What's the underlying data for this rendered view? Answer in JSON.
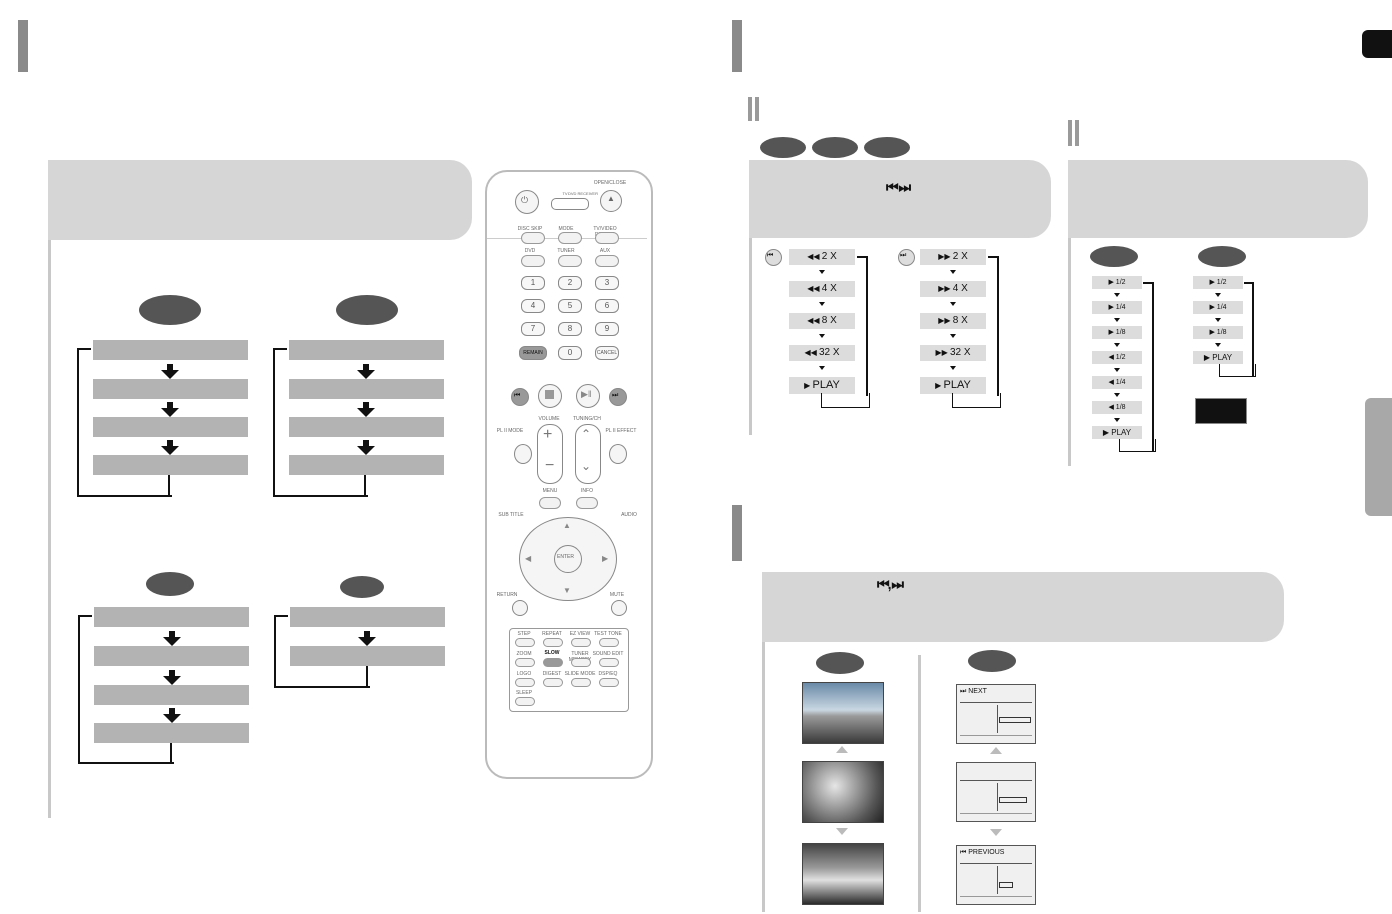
{
  "skip_labels": {
    "rewind": [
      "2 X",
      "4 X",
      "8 X",
      "32 X",
      "PLAY"
    ],
    "forward": [
      "2 X",
      "4 X",
      "8 X",
      "32 X",
      "PLAY"
    ]
  },
  "slow_labels": {
    "left": [
      "1/2",
      "1/4",
      "1/8",
      "1/2",
      "1/4",
      "1/8",
      "PLAY"
    ],
    "right": [
      "1/2",
      "1/4",
      "1/8",
      "PLAY"
    ]
  },
  "remote": {
    "top": [
      "OPEN/CLOSE",
      "TV",
      "DVD RECEIVER"
    ],
    "row1": [
      "DISC SKIP",
      "MODE",
      "TV/VIDEO DIMMER"
    ],
    "row2": [
      "DVD",
      "TUNER",
      "AUX"
    ],
    "numbers": [
      "1",
      "2",
      "3",
      "4",
      "5",
      "6",
      "7",
      "8",
      "9",
      "0"
    ],
    "remain": "REMAIN",
    "cancel": "CANCEL",
    "volume": "VOLUME",
    "tuning": "TUNING/CH",
    "plii_mode": "PL II MODE",
    "plii_effect": "PL II EFFECT",
    "menu": "MENU",
    "info": "INFO",
    "subtitle": "SUB TITLE",
    "audio": "AUDIO",
    "enter": "ENTER",
    "return": "RETURN",
    "mute": "MUTE",
    "bottom_row1": [
      "STEP",
      "REPEAT",
      "EZ VIEW",
      "TEST TONE"
    ],
    "bottom_row2": [
      "ZOOM",
      "SLOW",
      "TUNER MEMORY",
      "SOUND EDIT"
    ],
    "bottom_row3": [
      "LOGO",
      "DIGEST",
      "SLIDE MODE",
      "DSP/EQ"
    ],
    "sleep": "SLEEP"
  },
  "screens": {
    "next": "NEXT",
    "previous": "PREVIOUS"
  },
  "colors": {
    "panel": "#d6d6d6",
    "box": "#b3b3b3",
    "oval": "#555555",
    "header_bar": "#8a8a8a"
  }
}
